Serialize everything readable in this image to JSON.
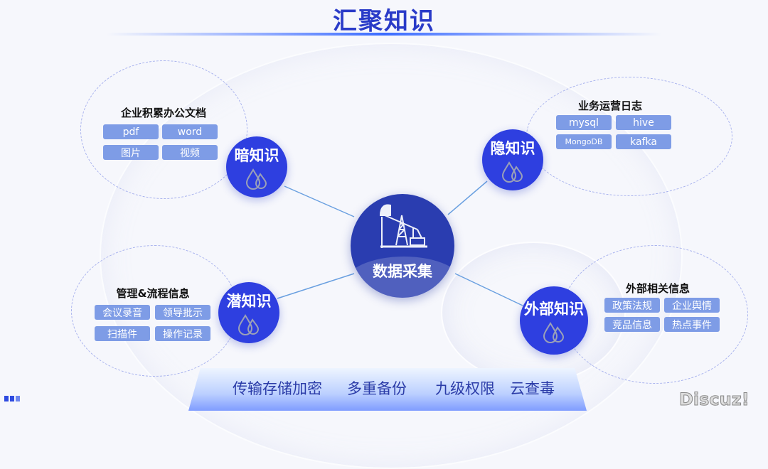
{
  "title": "汇聚知识",
  "center": {
    "label": "数据采集",
    "icon": "oil-pump-icon"
  },
  "nodes": [
    {
      "label": "暗知识",
      "icon": "water-drops-icon",
      "group_title": "企业积累办公文档",
      "tags": [
        "pdf",
        "word",
        "图片",
        "视频"
      ]
    },
    {
      "label": "隐知识",
      "icon": "water-drops-icon",
      "group_title": "业务运营日志",
      "tags": [
        "mysql",
        "hive",
        "MongoDB",
        "kafka"
      ]
    },
    {
      "label": "潜知识",
      "icon": "water-drops-icon",
      "group_title": "管理&流程信息",
      "tags": [
        "会议录音",
        "领导批示",
        "扫描件",
        "操作记录"
      ]
    },
    {
      "label": "外部知识",
      "icon": "water-drops-icon",
      "group_title": "外部相关信息",
      "tags": [
        "政策法规",
        "企业舆情",
        "竞品信息",
        "热点事件"
      ]
    }
  ],
  "banner": [
    "传输存储加密",
    "多重备份",
    "九级权限",
    "云查毒"
  ],
  "watermark": "Discuz!",
  "colors": {
    "primary": "#2e3fe0",
    "tag": "#7e9ce6",
    "title": "#2a3bc8"
  }
}
